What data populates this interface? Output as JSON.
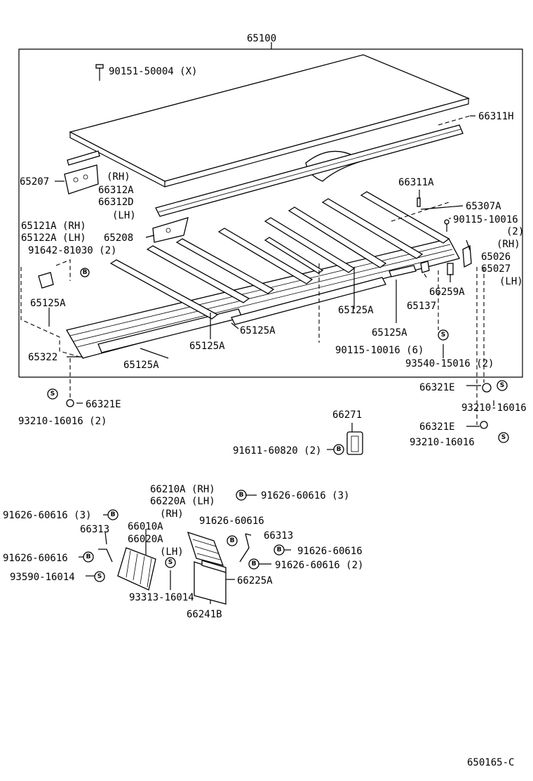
{
  "labels": {
    "assy_65100": "65100",
    "bolt_90151": "90151-50004 (X)",
    "p66311H": "66311H",
    "p65207": "65207",
    "rh1": "(RH)",
    "p66312A": "66312A",
    "p66312D": "66312D",
    "lh1": "(LH)",
    "p66311A": "66311A",
    "p65307A": "65307A",
    "p90115_2": "90115-10016",
    "qty2a": "(2)",
    "p65121A": "65121A (RH)",
    "p65122A": "65122A (LH)",
    "p91642": "91642-81030 (2)",
    "p65208": "65208",
    "rh2": "(RH)",
    "p65026": "65026",
    "p65027": "65027",
    "lh2": "(LH)",
    "p65125A_1": "65125A",
    "p65125A_2": "65125A",
    "p66259A": "66259A",
    "p65137": "65137",
    "p65125A_3": "65125A",
    "p65125A_4": "65125A",
    "p65322": "65322",
    "p65125A_5": "65125A",
    "p65125A_6": "65125A",
    "p90115_6": "90115-10016 (6)",
    "p93540": "93540-15016 (2)",
    "p66321E_r1": "66321E",
    "p93210_r1": "93210-16016",
    "p66321E_l": "66321E",
    "p93210_l": "93210-16016 (2)",
    "p66271": "66271",
    "p91611": "91611-60820 (2)",
    "p66321E_r2": "66321E",
    "p93210_r2": "93210-16016",
    "p66210A": "66210A (RH)",
    "p66220A": "66220A (LH)",
    "p91626_3a": "91626-60616 (3)",
    "p91626_3b": "91626-60616 (3)",
    "rh3": "(RH)",
    "p66313_l": "66313",
    "p66010A": "66010A",
    "p91626_a": "91626-60616",
    "p66313_r": "66313",
    "p66020A": "66020A",
    "lh3": "(LH)",
    "p91626_b": "91626-60616",
    "p91626_c": "91626-60616",
    "p91626_2": "91626-60616 (2)",
    "p93590": "93590-16014",
    "p66225A": "66225A",
    "p93313": "93313-16014",
    "p66241B": "66241B",
    "figure_code": "650165-C"
  },
  "symbols": {
    "bolt_mark": "B",
    "stud_mark": "S"
  }
}
